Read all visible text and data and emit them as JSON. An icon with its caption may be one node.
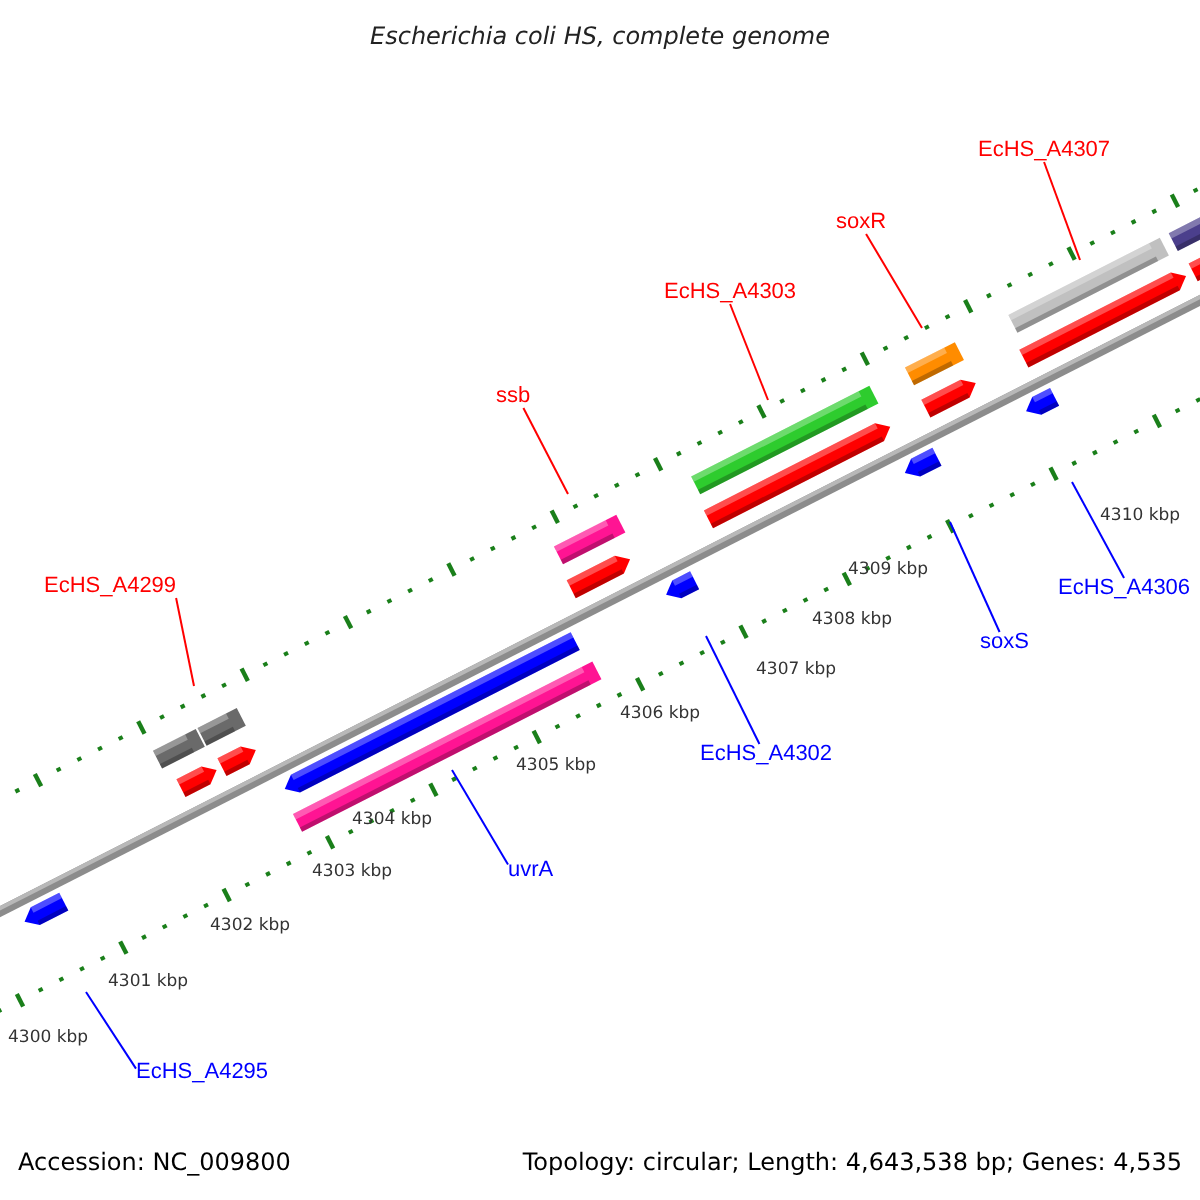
{
  "diagram": {
    "title": "Escherichia coli HS, complete genome",
    "nodes": [
      {
        "text": [
          "EcHS_A4307"
        ]
      },
      {
        "text": [
          "soxR"
        ]
      },
      {
        "text": [
          "EcHS_A4303"
        ]
      },
      {
        "text": [
          "ssb"
        ]
      },
      {
        "text": [
          "EcHS_A4299"
        ]
      },
      {
        "text": [
          "EcHS_A4306"
        ]
      },
      {
        "text": [
          "soxS"
        ]
      },
      {
        "text": [
          "EcHS_A4302"
        ]
      },
      {
        "text": [
          "uvrA"
        ]
      },
      {
        "text": [
          "EcHS_A4295"
        ]
      }
    ],
    "edges": [
      {
        "from": 0,
        "to": null,
        "arrow": "none"
      },
      {
        "from": 1,
        "to": null,
        "arrow": "none"
      },
      {
        "from": 2,
        "to": null,
        "arrow": "none"
      },
      {
        "from": 3,
        "to": null,
        "arrow": "none"
      },
      {
        "from": 4,
        "to": null,
        "arrow": "none"
      },
      {
        "from": 5,
        "to": null,
        "arrow": "none",
        "color": "#0000ff"
      },
      {
        "from": 6,
        "to": null,
        "arrow": "none",
        "color": "#0000ff"
      },
      {
        "from": 7,
        "to": null,
        "arrow": "none",
        "color": "#0000ff"
      },
      {
        "from": 8,
        "to": null,
        "arrow": "none",
        "color": "#0000ff"
      },
      {
        "from": 9,
        "to": null,
        "arrow": "none",
        "color": "#0000ff"
      }
    ],
    "labels": [
      "4310 kbp",
      "4309 kbp",
      "4308 kbp",
      "4307 kbp",
      "4306 kbp",
      "4305 kbp",
      "4304 kbp",
      "4303 kbp",
      "4302 kbp",
      "4301 kbp",
      "4300 kbp",
      "Accession: NC_009800",
      "Topology: circular; Length: 4,643,538 bp; Genes: 4,535"
    ]
  }
}
